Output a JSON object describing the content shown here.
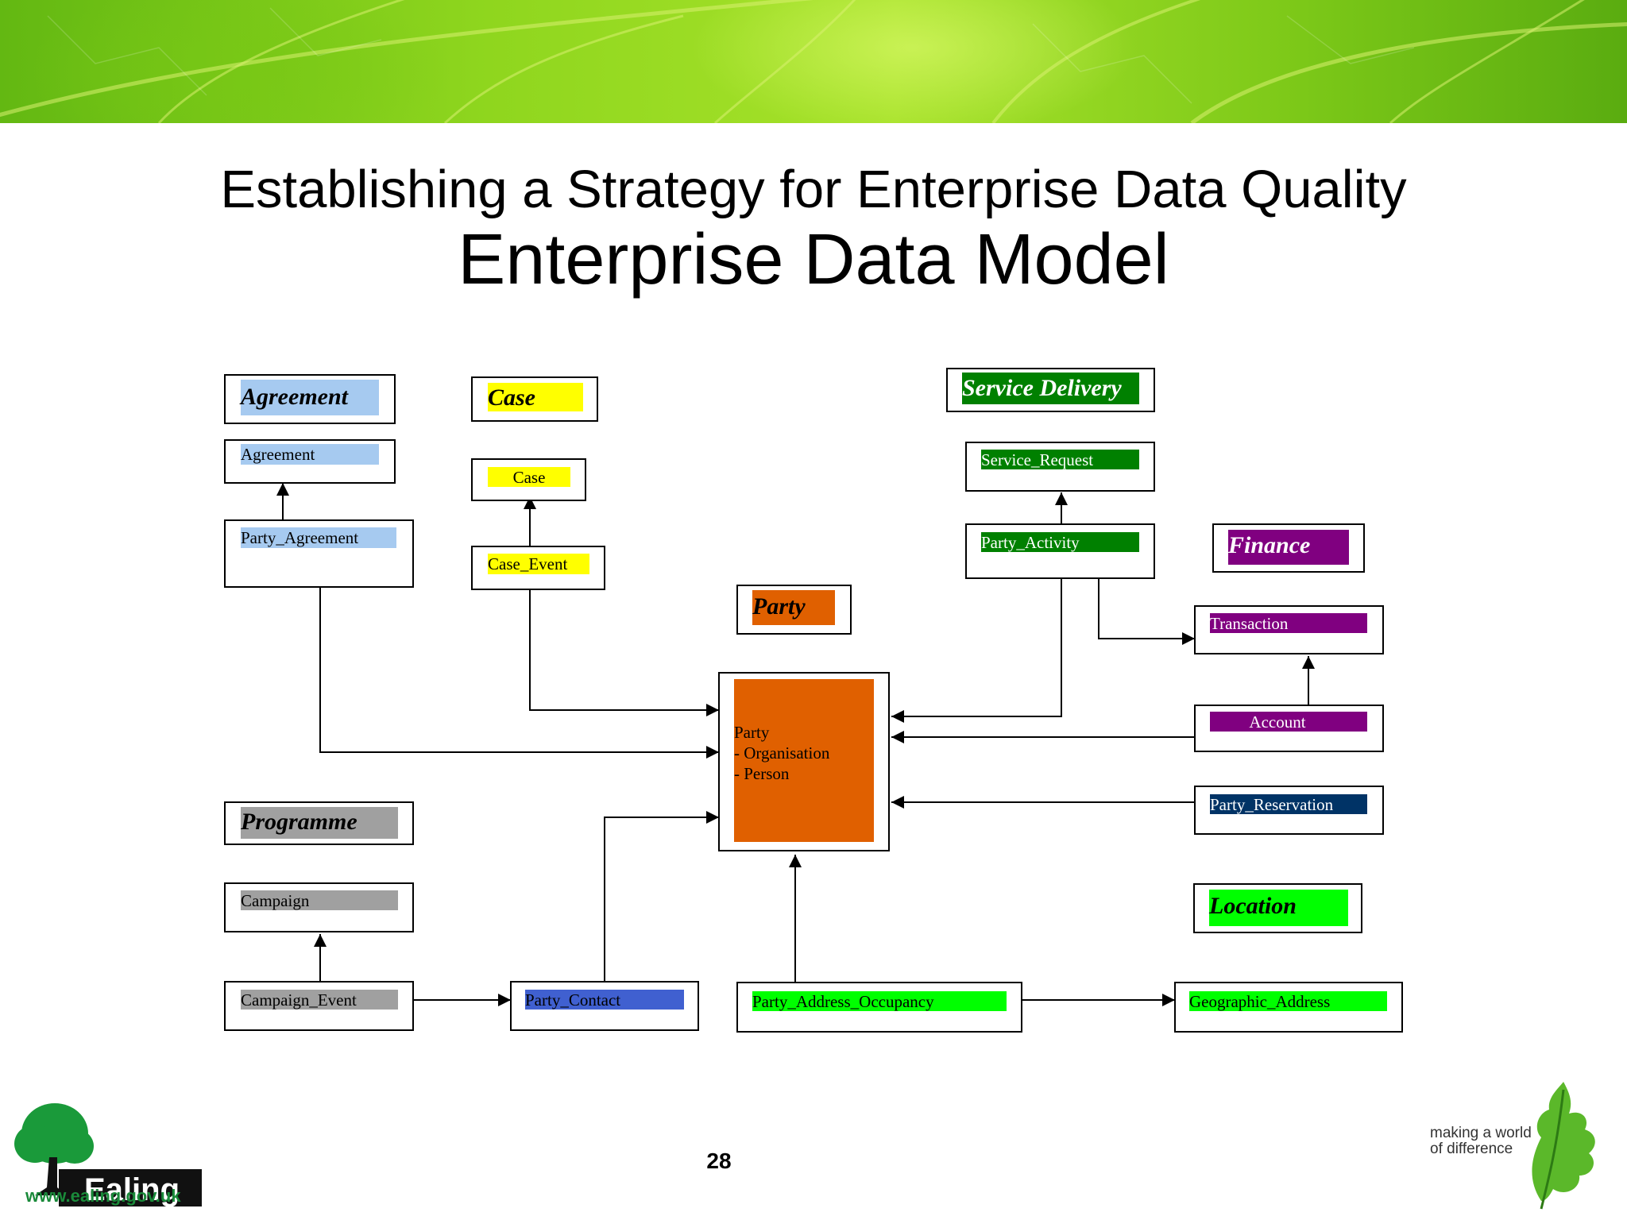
{
  "slide": {
    "subtitle": "Establishing a Strategy for Enterprise Data Quality",
    "title": "Enterprise Data Model",
    "page_number": "28"
  },
  "branding": {
    "org_name": "Ealing",
    "website": "www.ealing.gov.uk",
    "tagline_line1": "making a world",
    "tagline_line2": "of difference"
  },
  "colors": {
    "agreement": "#a6caf0",
    "case": "#ffff00",
    "service_delivery": "#008000",
    "finance": "#800080",
    "party": "#e06000",
    "programme": "#a0a0a0",
    "party_contact": "#4060d0",
    "party_reservation": "#003366",
    "location": "#00ff00"
  },
  "diagram": {
    "groups": {
      "agreement": "Agreement",
      "case": "Case",
      "service_delivery": "Service Delivery",
      "finance": "Finance",
      "party": "Party",
      "programme": "Programme",
      "location": "Location"
    },
    "entities": {
      "agreement": "Agreement",
      "party_agreement": "Party_Agreement",
      "case": "Case",
      "case_event": "Case_Event",
      "service_request": "Service_Request",
      "party_activity": "Party_Activity",
      "transaction": "Transaction",
      "account": "Account",
      "party_reservation": "Party_Reservation",
      "campaign": "Campaign",
      "campaign_event": "Campaign_Event",
      "party_contact": "Party_Contact",
      "party_address_occupancy": "Party_Address_Occupancy",
      "geographic_address": "Geographic_Address"
    },
    "party_entity": {
      "line1": "Party",
      "line2": "- Organisation",
      "line3": "- Person"
    }
  }
}
